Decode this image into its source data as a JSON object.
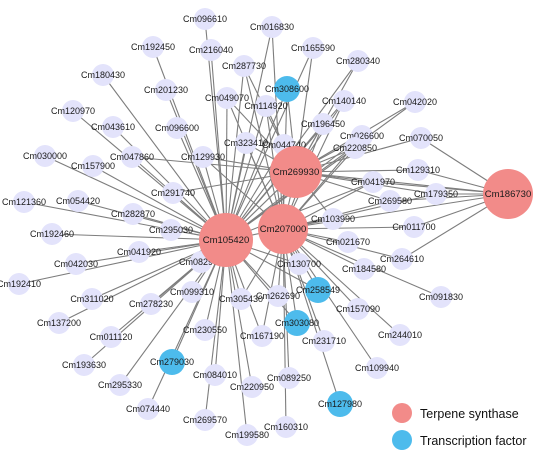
{
  "colors": {
    "terpene_synthase": "#f28b89",
    "transcription_factor": "#4dbbec",
    "gene": "#e3e3fb",
    "edge": "#7d7d7d"
  },
  "legend": [
    {
      "label": "Terpene synthase",
      "type": "terpene_synthase"
    },
    {
      "label": "Transcription factor",
      "type": "transcription_factor"
    }
  ],
  "hubs": [
    "Cm105420",
    "Cm207000",
    "Cm269930",
    "Cm186730"
  ],
  "nodes": [
    {
      "id": "Cm105420",
      "type": "terpene_synthase"
    },
    {
      "id": "Cm207000",
      "type": "terpene_synthase"
    },
    {
      "id": "Cm269930",
      "type": "terpene_synthase"
    },
    {
      "id": "Cm186730",
      "type": "terpene_synthase"
    },
    {
      "id": "Cm308600",
      "type": "transcription_factor"
    },
    {
      "id": "Cm258549",
      "type": "transcription_factor"
    },
    {
      "id": "Cm303080",
      "type": "transcription_factor"
    },
    {
      "id": "Cm279030",
      "type": "transcription_factor"
    },
    {
      "id": "Cm127980",
      "type": "transcription_factor"
    },
    {
      "id": "Cm096610",
      "type": "gene"
    },
    {
      "id": "Cm016830",
      "type": "gene"
    },
    {
      "id": "Cm192450",
      "type": "gene"
    },
    {
      "id": "Cm216040",
      "type": "gene"
    },
    {
      "id": "Cm165590",
      "type": "gene"
    },
    {
      "id": "Cm287730",
      "type": "gene"
    },
    {
      "id": "Cm180430",
      "type": "gene"
    },
    {
      "id": "Cm280340",
      "type": "gene"
    },
    {
      "id": "Cm201230",
      "type": "gene"
    },
    {
      "id": "Cm049070",
      "type": "gene"
    },
    {
      "id": "Cm114920",
      "type": "gene"
    },
    {
      "id": "Cm140140",
      "type": "gene"
    },
    {
      "id": "Cm042020",
      "type": "gene"
    },
    {
      "id": "Cm120970",
      "type": "gene"
    },
    {
      "id": "Cm196450",
      "type": "gene"
    },
    {
      "id": "Cm043610",
      "type": "gene"
    },
    {
      "id": "Cm096600",
      "type": "gene"
    },
    {
      "id": "Cm026600",
      "type": "gene"
    },
    {
      "id": "Cm070050",
      "type": "gene"
    },
    {
      "id": "Cm323410",
      "type": "gene"
    },
    {
      "id": "Cm044740",
      "type": "gene"
    },
    {
      "id": "Cm220850",
      "type": "gene"
    },
    {
      "id": "Cm030000",
      "type": "gene"
    },
    {
      "id": "Cm047860",
      "type": "gene"
    },
    {
      "id": "Cm129930",
      "type": "gene"
    },
    {
      "id": "Cm129310",
      "type": "gene"
    },
    {
      "id": "Cm157900",
      "type": "gene"
    },
    {
      "id": "Cm041970",
      "type": "gene"
    },
    {
      "id": "Cm179350",
      "type": "gene"
    },
    {
      "id": "Cm269580",
      "type": "gene"
    },
    {
      "id": "Cm121360",
      "type": "gene"
    },
    {
      "id": "Cm291740",
      "type": "gene"
    },
    {
      "id": "Cm054420",
      "type": "gene"
    },
    {
      "id": "Cm282870",
      "type": "gene"
    },
    {
      "id": "Cm103990",
      "type": "gene"
    },
    {
      "id": "Cm011700",
      "type": "gene"
    },
    {
      "id": "Cm192460",
      "type": "gene"
    },
    {
      "id": "Cm295030",
      "type": "gene"
    },
    {
      "id": "Cm021670",
      "type": "gene"
    },
    {
      "id": "Cm264610",
      "type": "gene"
    },
    {
      "id": "Cm042030",
      "type": "gene"
    },
    {
      "id": "Cm041920",
      "type": "gene"
    },
    {
      "id": "Cm082900",
      "type": "gene"
    },
    {
      "id": "Cm130700",
      "type": "gene"
    },
    {
      "id": "Cm184580",
      "type": "gene"
    },
    {
      "id": "Cm192410",
      "type": "gene"
    },
    {
      "id": "Cm099310",
      "type": "gene"
    },
    {
      "id": "Cm262690",
      "type": "gene"
    },
    {
      "id": "Cm091830",
      "type": "gene"
    },
    {
      "id": "Cm311020",
      "type": "gene"
    },
    {
      "id": "Cm278230",
      "type": "gene"
    },
    {
      "id": "Cm305430",
      "type": "gene"
    },
    {
      "id": "Cm157090",
      "type": "gene"
    },
    {
      "id": "Cm137200",
      "type": "gene"
    },
    {
      "id": "Cm244010",
      "type": "gene"
    },
    {
      "id": "Cm011120",
      "type": "gene"
    },
    {
      "id": "Cm230550",
      "type": "gene"
    },
    {
      "id": "Cm231710",
      "type": "gene"
    },
    {
      "id": "Cm167190",
      "type": "gene"
    },
    {
      "id": "Cm193630",
      "type": "gene"
    },
    {
      "id": "Cm109940",
      "type": "gene"
    },
    {
      "id": "Cm295330",
      "type": "gene"
    },
    {
      "id": "Cm084010",
      "type": "gene"
    },
    {
      "id": "Cm089250",
      "type": "gene"
    },
    {
      "id": "Cm220950",
      "type": "gene"
    },
    {
      "id": "Cm074440",
      "type": "gene"
    },
    {
      "id": "Cm269570",
      "type": "gene"
    },
    {
      "id": "Cm160310",
      "type": "gene"
    },
    {
      "id": "Cm199580",
      "type": "gene"
    }
  ]
}
